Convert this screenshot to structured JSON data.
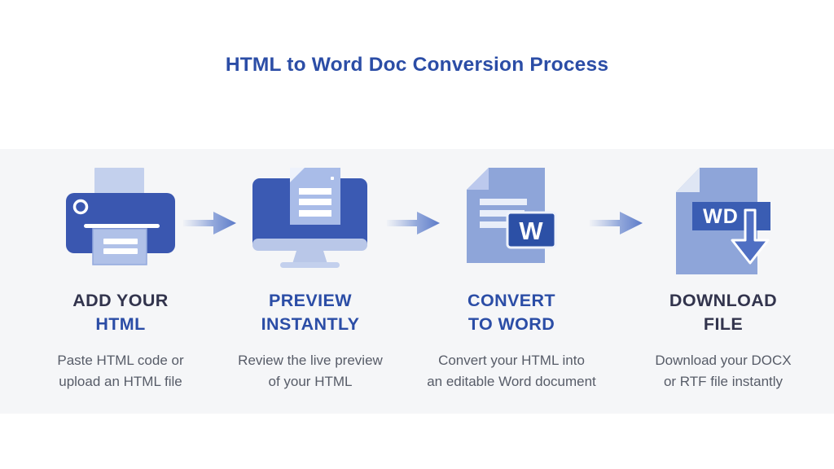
{
  "page_title": "HTML to Word Doc Conversion Process",
  "colors": {
    "title_blue": "#2b4da6",
    "step_title_dark": "#32344d",
    "description_gray": "#575c68",
    "band_background": "#f5f6f8",
    "icon_dark_blue": "#3a57b0",
    "icon_periwinkle": "#8ea5d9",
    "icon_light_blue": "#b9c7e8",
    "badge_blue": "#2c50a6",
    "arrow_blue": "#5b7ac8"
  },
  "steps": [
    {
      "id": "add-your-html",
      "icon": "printer-icon",
      "title_lines": [
        "ADD YOUR",
        "HTML"
      ],
      "description_lines": [
        "Paste HTML code or",
        "upload an HTML file"
      ]
    },
    {
      "id": "preview-instantly",
      "icon": "monitor-preview-icon",
      "title_lines": [
        "PREVIEW",
        "INSTANTLY"
      ],
      "description_lines": [
        "Review the live preview",
        "of your HTML"
      ]
    },
    {
      "id": "convert-to-word",
      "icon": "word-document-icon",
      "badge": "W",
      "title_lines": [
        "CONVERT",
        "TO WORD"
      ],
      "description_lines": [
        "Convert your HTML into",
        "an editable Word document"
      ]
    },
    {
      "id": "download-file",
      "icon": "download-file-icon",
      "badge": "WD",
      "title_lines": [
        "DOWNLOAD",
        "FILE"
      ],
      "description_lines": [
        "Download your DOCX",
        "or RTF file instantly"
      ]
    }
  ]
}
